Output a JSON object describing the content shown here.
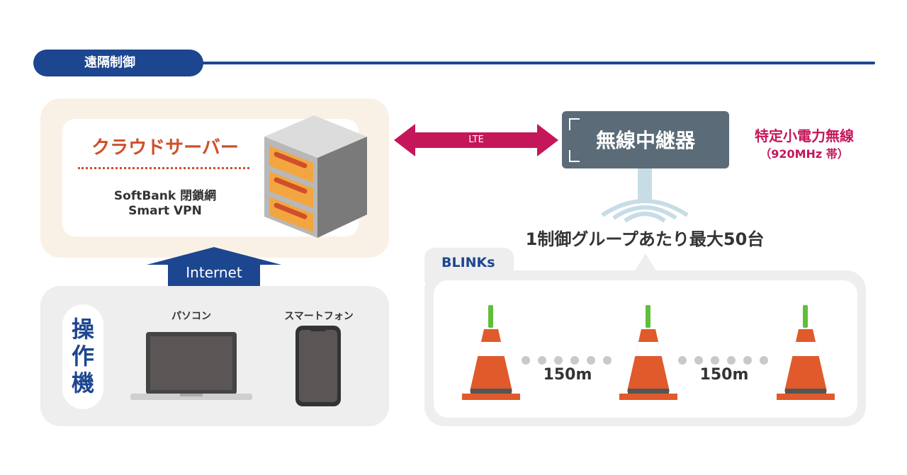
{
  "section": {
    "title": "遠隔制御"
  },
  "cloud": {
    "title": "クラウドサーバー",
    "network_line1": "SoftBank 閉鎖網",
    "network_line2": "Smart  VPN"
  },
  "internet": {
    "label": "Internet"
  },
  "operator": {
    "label_chars": [
      "操",
      "作",
      "機"
    ],
    "devices": [
      {
        "name": "パソコン",
        "icon": "laptop-icon"
      },
      {
        "name": "スマートフォン",
        "icon": "smartphone-icon"
      }
    ]
  },
  "link": {
    "label": "LTE"
  },
  "relay": {
    "label": "無線中継器",
    "radio_line1": "特定小電力無線",
    "radio_line2": "（920MHz 帯）"
  },
  "group": {
    "label": "1制御グループあたり最大50台"
  },
  "blinks": {
    "tab_label": "BLINKs",
    "distances": [
      "150m",
      "150m"
    ]
  },
  "colors": {
    "navy": "#1d4690",
    "orange": "#cf4f2b",
    "magenta": "#c5165a",
    "relay_gray": "#5b6c78",
    "cone_orange": "#e05a2b",
    "light_green": "#5fbf3a"
  }
}
